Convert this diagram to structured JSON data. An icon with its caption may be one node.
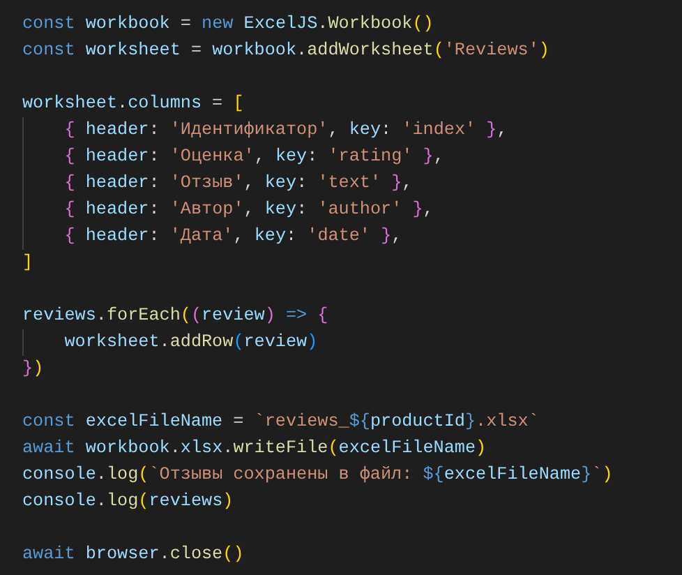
{
  "diagram": {
    "labels": [
      "const workbook = new ExcelJS.Workbook()",
      "const worksheet = workbook.addWorksheet('Reviews')",
      "worksheet.columns = [",
      "    { header: 'Идентификатор', key: 'index' },",
      "    { header: 'Оценка', key: 'rating' },",
      "    { header: 'Отзыв', key: 'text' },",
      "    { header: 'Автор', key: 'author' },",
      "    { header: 'Дата', key: 'date' },",
      "]",
      "reviews.forEach((review) => {",
      "    worksheet.addRow(review)",
      "})",
      "const excelFileName = `reviews_${productId}.xlsx`",
      "await workbook.xlsx.writeFile(excelFileName)",
      "console.log(`Отзывы сохранены в файл: ${excelFileName}`)",
      "console.log(reviews)",
      "await browser.close()"
    ]
  }
}
